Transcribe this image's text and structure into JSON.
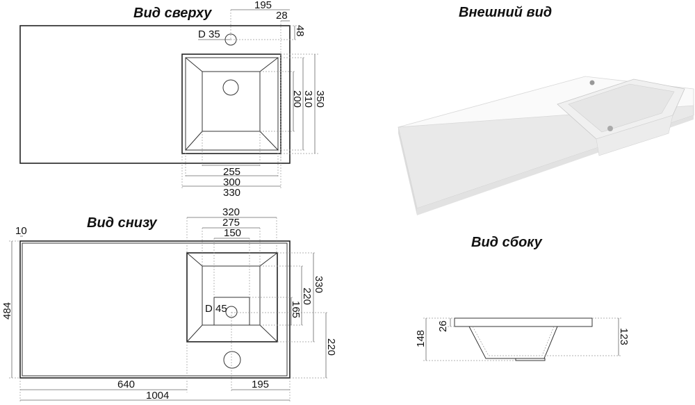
{
  "views": {
    "top": {
      "title": "Вид сверху",
      "tap_hole_label": "D 35",
      "dims": {
        "tap_from_right": "195",
        "sink_from_right": "28",
        "tap_from_back": "48",
        "sink_depth_outer": "350",
        "sink_depth_mid": "310",
        "sink_depth_inner": "200",
        "bottom_width": "255",
        "bowl_width": "300",
        "sink_width": "330"
      }
    },
    "bottom": {
      "title": "Вид снизу",
      "drain_label": "D 45",
      "dims": {
        "width_320": "320",
        "width_275": "275",
        "width_150": "150",
        "edge_10": "10",
        "depth_484": "484",
        "depth_330": "330",
        "depth_220": "220",
        "depth_165": "165",
        "hole_220": "220",
        "left_640": "640",
        "right_195": "195",
        "total_1004": "1004"
      }
    },
    "exterior": {
      "title": "Внешний вид"
    },
    "side": {
      "title": "Вид сбоку",
      "dims": {
        "total_height": "148",
        "slab_thickness": "26",
        "bowl_height": "123"
      }
    }
  },
  "colors": {
    "line": "#222222",
    "dimension": "#666666",
    "render": "#f4f4f4"
  }
}
